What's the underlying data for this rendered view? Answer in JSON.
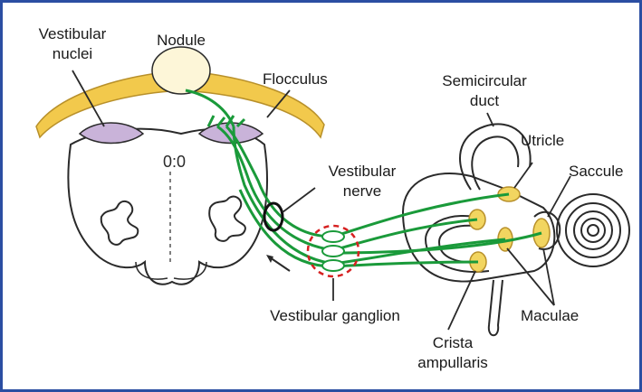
{
  "labels": {
    "vestibular_nuclei_1": "Vestibular",
    "vestibular_nuclei_2": "nuclei",
    "nodule": "Nodule",
    "flocculus": "Flocculus",
    "semicircular_duct_1": "Semicircular",
    "semicircular_duct_2": "duct",
    "utricle": "Utricle",
    "saccule": "Saccule",
    "vestibular_nerve_1": "Vestibular",
    "vestibular_nerve_2": "nerve",
    "vestibular_ganglion": "Vestibular ganglion",
    "maculae": "Maculae",
    "crista_ampullaris_1": "Crista",
    "crista_ampullaris_2": "ampullaris"
  },
  "colors": {
    "frame": "#2b4ea2",
    "nerve_fibers": "#1a9a3a",
    "cerebellum": "#f2c94c",
    "nuclei": "#c9b3d9",
    "ganglion_ring": "#d62020",
    "sensory_patch": "#f2d560",
    "outline": "#2a2a2a"
  }
}
